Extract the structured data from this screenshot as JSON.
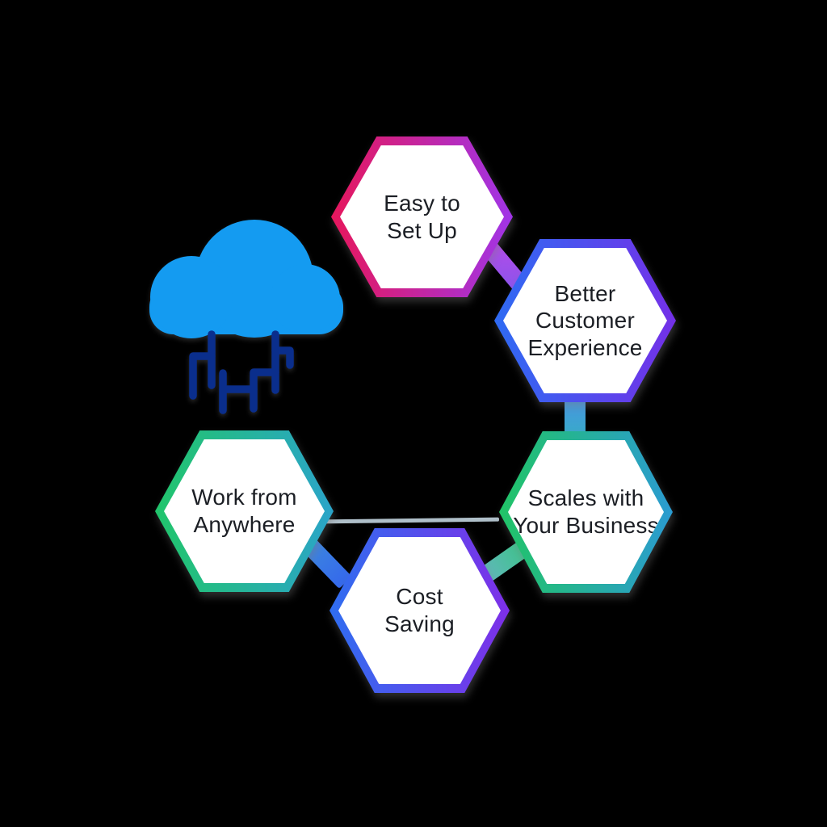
{
  "canvas": {
    "background": "#000000"
  },
  "icon": {
    "name": "cloud-network-icon",
    "cloud_color": "#149BF1",
    "circuit_color": "#0A2E8C"
  },
  "nodes": [
    {
      "id": "easy-to-set-up",
      "label": "Easy to\nSet Up",
      "border_gradient": [
        "#E6175C",
        "#A035E8"
      ]
    },
    {
      "id": "better-customer-experience",
      "label": "Better\nCustomer\nExperience",
      "border_gradient": [
        "#2E6BF3",
        "#7430E8"
      ]
    },
    {
      "id": "scales-with-your-business",
      "label": "Scales with\nYour Business",
      "border_gradient": [
        "#21C467",
        "#2B9BD1"
      ]
    },
    {
      "id": "cost-saving",
      "label": "Cost\nSaving",
      "border_gradient": [
        "#2F6EF0",
        "#7E2FE8"
      ]
    },
    {
      "id": "work-from-anywhere",
      "label": "Work from\nAnywhere",
      "border_gradient": [
        "#21C56B",
        "#2BA4C9"
      ]
    }
  ],
  "connectors": [
    {
      "from": "easy-to-set-up",
      "to": "better-customer-experience",
      "colors": [
        "#B44BE8",
        "#8755EC"
      ],
      "style": "thick-bar"
    },
    {
      "from": "better-customer-experience",
      "to": "scales-with-your-business",
      "colors": [
        "#4A92E4",
        "#36AEC6"
      ],
      "style": "thick-bar"
    },
    {
      "from": "scales-with-your-business",
      "to": "cost-saving",
      "colors": [
        "#68B5C4",
        "#38C583"
      ],
      "style": "thick-bar"
    },
    {
      "from": "cost-saving",
      "to": "work-from-anywhere",
      "colors": [
        "#3F93D9",
        "#3568EC"
      ],
      "style": "thick-bar"
    },
    {
      "from": "work-from-anywhere",
      "to": "scales-with-your-business",
      "colors": [
        "#AFBFC9"
      ],
      "style": "thin-line"
    }
  ],
  "text_color": "#1B1E24",
  "node_fill": "#FFFFFF"
}
